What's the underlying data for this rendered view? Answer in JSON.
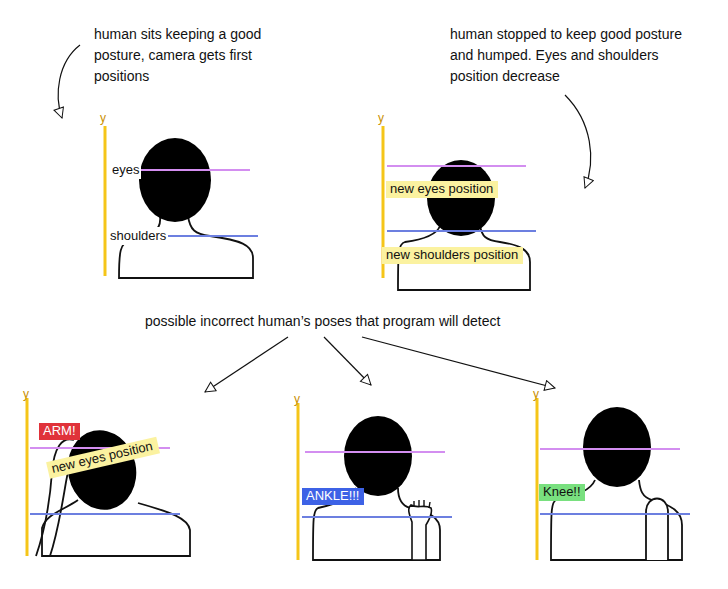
{
  "diagram": {
    "nodes": [
      {
        "text": [
          "new eyes position"
        ]
      },
      {
        "text": [
          "new shoulders position"
        ]
      },
      {
        "text": [
          "ARM!"
        ]
      },
      {
        "text": [
          "new eyes position"
        ]
      },
      {
        "text": [
          "ANKLE!!!"
        ]
      },
      {
        "text": [
          "Knee!!"
        ]
      }
    ],
    "labels": [
      "human sits keeping a good posture, camera gets first positions",
      "human stopped to keep good posture and humped. Eyes and shoulders position decrease",
      "y",
      "eyes",
      "shoulders",
      "y",
      "possible incorrect human’s poses that program will detect",
      "y",
      "y",
      "y"
    ]
  }
}
